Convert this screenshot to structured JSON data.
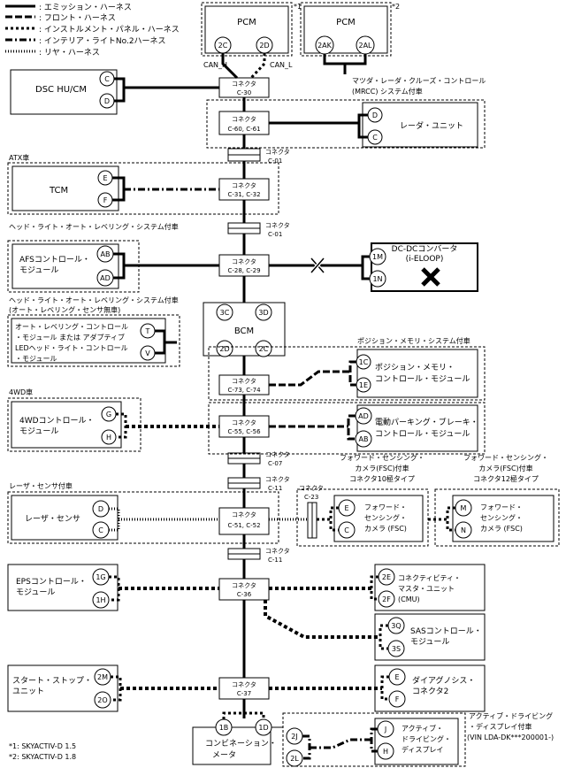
{
  "legend": {
    "emission": ": エミッション・ハーネス",
    "front": ": フロント・ハーネス",
    "instrument": ": インストルメント・パネル・ハーネス",
    "interior": ": インテリア・ライトNo.2ハーネス",
    "rear": ": リヤ・ハーネス"
  },
  "pcm1": {
    "label": "PCM",
    "note": "*1",
    "pins": [
      "2C",
      "2D"
    ],
    "can_h": "CAN_H",
    "can_l": "CAN_L"
  },
  "pcm2": {
    "label": "PCM",
    "note": "*2",
    "pins": [
      "2AK",
      "2AL"
    ]
  },
  "dsc": {
    "label": "DSC HU/CM",
    "pins": [
      "C",
      "D"
    ]
  },
  "c30": {
    "l1": "コネクタ",
    "l2": "C-30"
  },
  "mrcc": "マツダ・レーダ・クルーズ・コントロール (MRCC) システム付車",
  "radar_unit": {
    "label": "レーダ・ユニット",
    "pins": [
      "D",
      "C"
    ]
  },
  "c60": {
    "l1": "コネクタ",
    "l2": "C-60, C-61"
  },
  "c01a": {
    "l1": "コネクタ",
    "l2": "C-01"
  },
  "atx": "ATX車",
  "tcm": {
    "label": "TCM",
    "pins": [
      "E",
      "F"
    ]
  },
  "c31": {
    "l1": "コネクタ",
    "l2": "C-31, C-32"
  },
  "c01b": {
    "l1": "コネクタ",
    "l2": "C-01"
  },
  "headlight_with": "ヘッド・ライト・オート・レベリング・システム付車",
  "afs": {
    "l1": "AFSコントロール・",
    "l2": "モジュール",
    "pins": [
      "AB",
      "AD"
    ]
  },
  "c28": {
    "l1": "コネクタ",
    "l2": "C-28, C-29"
  },
  "dcdc": {
    "l1": "DC-DCコンバータ",
    "l2": "(i-ELOOP)",
    "pins": [
      "1M",
      "1N"
    ]
  },
  "headlight_without_1": "ヘッド・ライト・オート・レベリング・システム付車",
  "headlight_without_2": "(オート・レベリング・センサ無車)",
  "autolevel": {
    "l1": "オート・レベリング・コントロール",
    "l2": "・モジュール または アダプティブ",
    "l3": "LEDヘッド・ライト・コントロール",
    "l4": "・モジュール",
    "pins": [
      "T",
      "V"
    ]
  },
  "bcm": {
    "label": "BCM",
    "pins": [
      "3C",
      "3D",
      "2D",
      "2C"
    ]
  },
  "posmem_title": "ポジション・メモリ・システム付車",
  "posmem": {
    "l1": "ポジション・メモリ・",
    "l2": "コントロール・モジュール",
    "pins": [
      "1C",
      "1E"
    ]
  },
  "c73": {
    "l1": "コネクタ",
    "l2": "C-73, C-74"
  },
  "fourwd_title": "4WD車",
  "fourwd": {
    "l1": "4WDコントロール・",
    "l2": "モジュール",
    "pins": [
      "G",
      "H"
    ]
  },
  "c55": {
    "l1": "コネクタ",
    "l2": "C-55, C-56"
  },
  "epb": {
    "l1": "電動パーキング・ブレーキ・",
    "l2": "コントロール・モジュール",
    "pins": [
      "AD",
      "AB"
    ]
  },
  "c07": {
    "l1": "コネクタ",
    "l2": "C-07"
  },
  "c11a": {
    "l1": "コネクタ",
    "l2": "C-11"
  },
  "fsc10_title": {
    "l1": "フォワード・センシング・",
    "l2": "カメラ(FSC)付車",
    "l3": "コネクタ10極タイプ"
  },
  "fsc12_title": {
    "l1": "フォワード・センシング・",
    "l2": "カメラ(FSC)付車",
    "l3": "コネクタ12極タイプ"
  },
  "laser_title": "レーザ・センサ付車",
  "laser": {
    "label": "レーザ・センサ",
    "pins": [
      "D",
      "C"
    ]
  },
  "c23": {
    "l1": "コネクタ",
    "l2": "C-23"
  },
  "c51": {
    "l1": "コネクタ",
    "l2": "C-51, C-52"
  },
  "fsc10": {
    "l1": "フォワード・",
    "l2": "センシング・",
    "l3": "カメラ (FSC)",
    "pins": [
      "E",
      "C"
    ]
  },
  "fsc12": {
    "l1": "フォワード・",
    "l2": "センシング・",
    "l3": "カメラ (FSC)",
    "pins": [
      "M",
      "N"
    ]
  },
  "c11b": {
    "l1": "コネクタ",
    "l2": "C-11"
  },
  "eps": {
    "l1": "EPSコントロール・",
    "l2": "モジュール",
    "pins": [
      "1G",
      "1H"
    ]
  },
  "c36": {
    "l1": "コネクタ",
    "l2": "C-36"
  },
  "cmu": {
    "l1": "コネクティビティ・",
    "l2": "マスタ・ユニット",
    "l3": "(CMU)",
    "pins": [
      "2E",
      "2F"
    ]
  },
  "sas": {
    "l1": "SASコントロール・",
    "l2": "モジュール",
    "pins": [
      "3Q",
      "3S"
    ]
  },
  "startstop": {
    "l1": "スタート・ストップ・",
    "l2": "ユニット",
    "pins": [
      "2M",
      "2O"
    ]
  },
  "c37": {
    "l1": "コネクタ",
    "l2": "C-37"
  },
  "diag": {
    "l1": "ダイアグノシス・",
    "l2": "コネクタ2",
    "pins": [
      "E",
      "F"
    ]
  },
  "meter": {
    "l1": "コンビネーション・",
    "l2": "メータ",
    "pins": [
      "1B",
      "1D",
      "2J",
      "2L"
    ]
  },
  "add_title": {
    "l1": "アクティブ・ドライビング",
    "l2": "・ディスプレイ付車",
    "l3": "(VIN LDA-DK***200001-)"
  },
  "add": {
    "l1": "アクティブ・",
    "l2": "ドライビング・",
    "l3": "ディスプレイ",
    "pins": [
      "J",
      "H"
    ]
  },
  "footnotes": [
    "*1: SKYACTIV-D 1.5",
    "*2: SKYACTIV-D 1.8"
  ]
}
